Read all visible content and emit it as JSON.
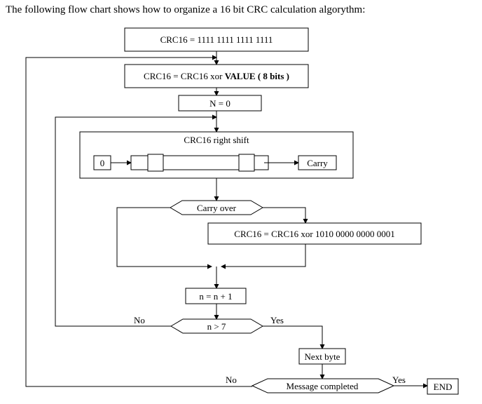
{
  "intro": "The following flow chart shows how to organize a 16 bit CRC calculation algorythm:",
  "nodes": {
    "init": "CRC16 = 1111 1111 1111 1111",
    "xor_value_prefix": "CRC16 = CRC16 xor ",
    "xor_value_bold": "VALUE ( 8 bits )",
    "n_zero": "N = 0",
    "shift_title": "CRC16 right shift",
    "zero_input": "0",
    "carry": "Carry",
    "carry_over": "Carry over",
    "xor_poly": "CRC16 = CRC16 xor  1010 0000 0000 0001",
    "n_inc": "n = n + 1",
    "n_check": "n > 7",
    "next_byte": "Next byte",
    "msg_completed": "Message completed",
    "end": "END"
  },
  "edge_labels": {
    "n_no": "No",
    "n_yes": "Yes",
    "msg_no": "No",
    "msg_yes": "Yes"
  }
}
